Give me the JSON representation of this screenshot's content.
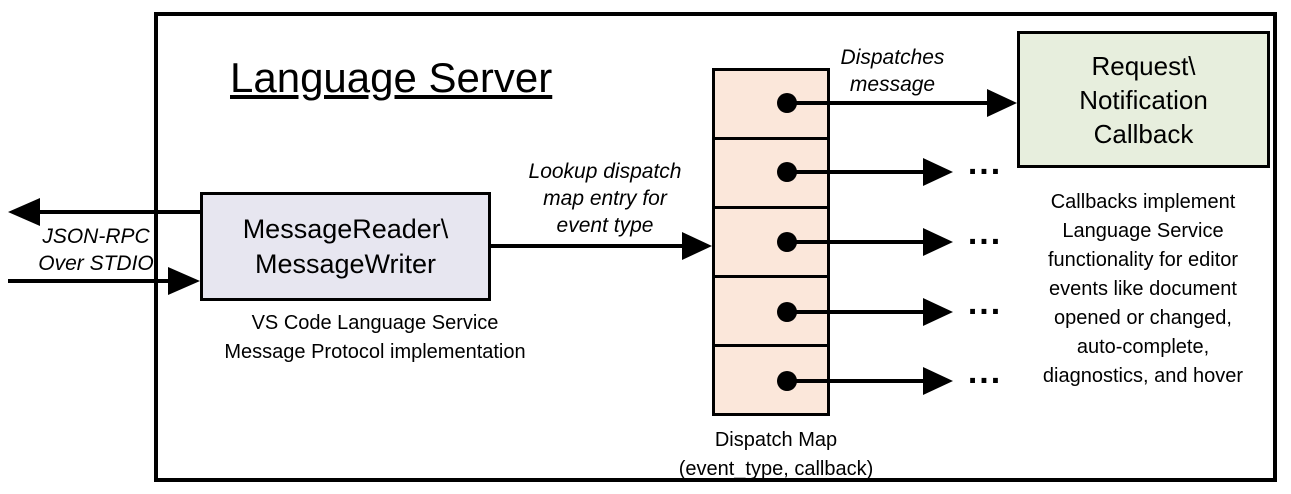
{
  "diagram": {
    "title": "Language Server",
    "reader_box": {
      "lines": [
        "MessageReader\\",
        "MessageWriter"
      ]
    },
    "reader_caption": {
      "lines": [
        "VS Code Language Service",
        "Message Protocol implementation"
      ]
    },
    "jsonrpc_label": {
      "lines": [
        "JSON-RPC",
        "Over STDIO"
      ]
    },
    "lookup_label": {
      "lines": [
        "Lookup dispatch",
        "map entry for",
        "event type"
      ]
    },
    "dispatches_label": {
      "lines": [
        "Dispatches",
        "message"
      ]
    },
    "callback_box": {
      "lines": [
        "Request\\",
        "Notification",
        "Callback"
      ]
    },
    "callbacks_note": {
      "lines": [
        "Callbacks implement",
        "Language Service",
        "functionality for editor",
        "events like document",
        "opened or changed,",
        "auto-complete,",
        "diagnostics, and hover"
      ]
    },
    "map_label": {
      "lines": [
        "Dispatch Map",
        "(event_type, callback)"
      ]
    },
    "dispatch_map": {
      "row_count": 5
    },
    "ellipsis": "...",
    "colors": {
      "line": "#000000",
      "background": "#FFFFFF",
      "reader_fill": "#E7E6F0",
      "map_fill": "#FBE7DA",
      "callback_fill": "#E7EEDD"
    }
  }
}
